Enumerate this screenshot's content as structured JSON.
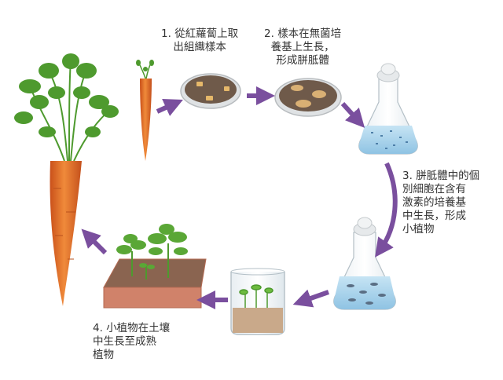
{
  "steps": [
    {
      "number": "1.",
      "text": "從紅蘿蔔上取\n出組織樣本"
    },
    {
      "number": "2.",
      "text": "樣本在無菌培\n養基上生長，\n形成胼胝體"
    },
    {
      "number": "3.",
      "text": "胼胝體中的個\n別細胞在含有\n激素的培養基\n中生長，形成\n小植物"
    },
    {
      "number": "4.",
      "text": "小植物在土壤\n中生長至成熟\n植物"
    }
  ],
  "colors": {
    "arrow": "#7a4f9e",
    "carrot": "#e86a24",
    "leaf": "#4e9a2e",
    "agar": "#6f5a4a",
    "flask_liquid": "#a9d3ea",
    "pot": "#d0826a",
    "soil": "#8a6450"
  },
  "icons": [
    "carrot-icon",
    "petri-dish-icon",
    "flask-icon",
    "beaker-icon",
    "plant-pot-icon",
    "arrow-icon"
  ]
}
